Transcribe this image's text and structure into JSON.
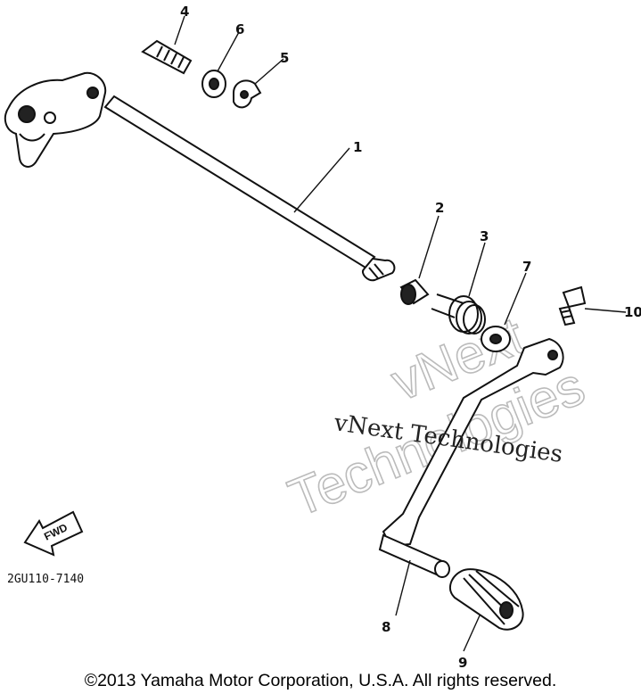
{
  "callouts": [
    "1",
    "2",
    "3",
    "4",
    "5",
    "6",
    "7",
    "8",
    "9",
    "10"
  ],
  "part_code": "2GU110-7140",
  "fwd_label": "FWD",
  "watermark_text": "vNext Technologies",
  "watermark_outline_line1": "vNext",
  "watermark_outline_line2": "Technologies",
  "copyright": "©2013 Yamaha Motor Corporation, U.S.A. All rights reserved."
}
